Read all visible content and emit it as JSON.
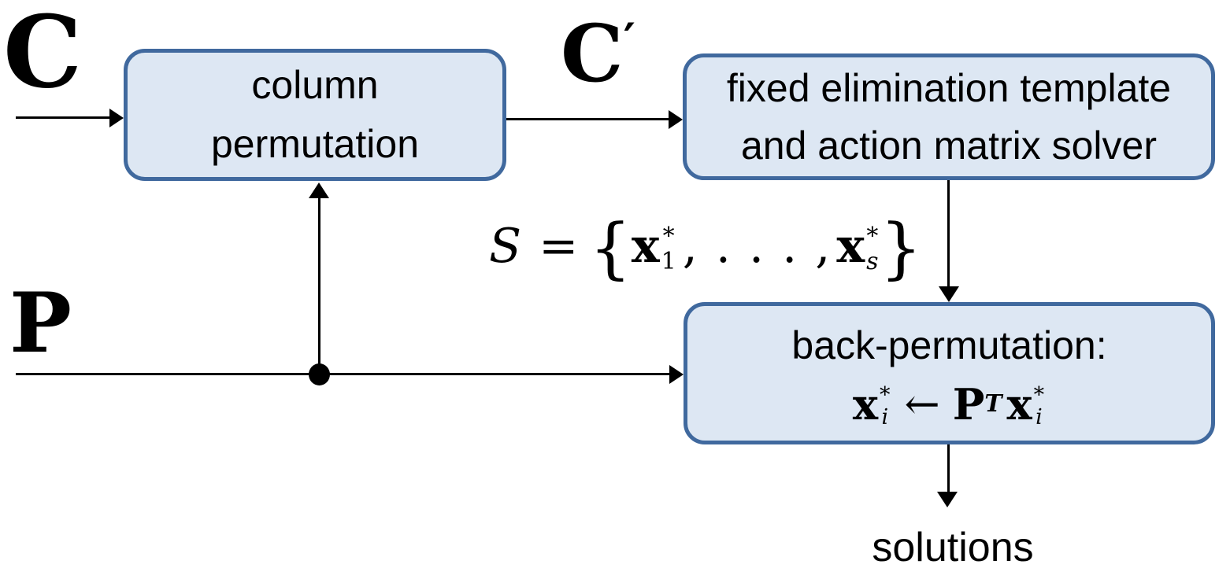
{
  "labels": {
    "c": "C",
    "c_prime_base": "C",
    "c_prime_mark": "′",
    "p": "P",
    "solutions": "solutions"
  },
  "boxes": {
    "column_permutation": {
      "line1": "column",
      "line2": "permutation"
    },
    "solver": {
      "line1": "fixed elimination template",
      "line2": "and action matrix solver"
    },
    "back_permutation": {
      "title": "back-permutation:"
    }
  },
  "set_formula": {
    "s": "S",
    "equals": "=",
    "lbrace": "{",
    "x1": "x",
    "x1_sup": "*",
    "x1_sub": "1",
    "dots": ", . . . ,",
    "x2": "x",
    "x2_sup": "*",
    "x2_sub": "s",
    "rbrace": "}"
  },
  "back_formula": {
    "x1": "x",
    "x1_sup": "*",
    "x1_sub": "i",
    "arrow": "←",
    "p": "P",
    "p_sup": "T",
    "x2": "x",
    "x2_sup": "*",
    "x2_sub": "i"
  },
  "colors": {
    "box_fill": "#dde7f3",
    "box_border": "#40699e",
    "line": "#000000"
  }
}
